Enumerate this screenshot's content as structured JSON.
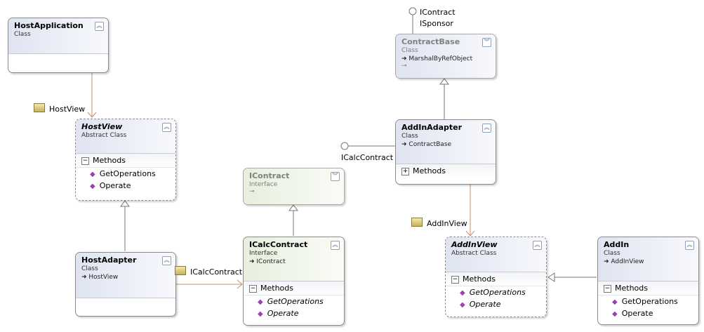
{
  "classes": {
    "host_application": {
      "name": "HostApplication",
      "stereotype": "Class"
    },
    "host_view": {
      "name": "HostView",
      "stereotype": "Abstract Class",
      "section": "Methods",
      "methods": [
        "GetOperations",
        "Operate"
      ]
    },
    "host_adapter": {
      "name": "HostAdapter",
      "stereotype": "Class",
      "base": "HostView"
    },
    "icontract": {
      "name": "IContract",
      "stereotype": "Interface"
    },
    "icalc_contract": {
      "name": "ICalcContract",
      "stereotype": "Interface",
      "base": "IContract",
      "section": "Methods",
      "methods": [
        "GetOperations",
        "Operate"
      ]
    },
    "contract_base": {
      "name": "ContractBase",
      "stereotype": "Class",
      "base": "MarshalByRefObject"
    },
    "addin_adapter": {
      "name": "AddInAdapter",
      "stereotype": "Class",
      "base": "ContractBase",
      "section": "Methods"
    },
    "addin_view": {
      "name": "AddInView",
      "stereotype": "Abstract Class",
      "section": "Methods",
      "methods": [
        "GetOperations",
        "Operate"
      ]
    },
    "addin": {
      "name": "AddIn",
      "stereotype": "Class",
      "base": "AddInView",
      "section": "Methods",
      "methods": [
        "GetOperations",
        "Operate"
      ]
    }
  },
  "labels": {
    "host_view_assoc": "HostView",
    "adapter_assoc": "ICalcContract",
    "addin_view_assoc": "AddInView",
    "lollipop_icalc": "ICalcContract",
    "lollipop_icontract": "IContract",
    "lollipop_isponsor": "ISponsor"
  },
  "colors": {
    "association": "#c8906a",
    "inheritance": "#777777",
    "header_class": "#dfe4f1",
    "header_interface": "#e7efdd",
    "method_icon": "#9b3fb5"
  }
}
